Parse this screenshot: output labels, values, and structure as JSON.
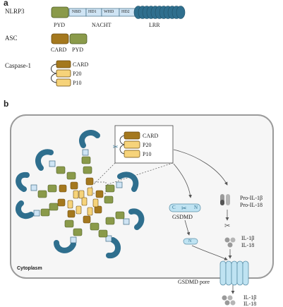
{
  "panel_a": {
    "label": "a",
    "nlrp3": {
      "name": "NLRP3",
      "domains": [
        "NBD",
        "HD1",
        "WHD",
        "HD2"
      ],
      "pyd": "PYD",
      "nacht": "NACHT",
      "lrr": "LRR"
    },
    "asc": {
      "name": "ASC",
      "card": "CARD",
      "pyd": "PYD"
    },
    "caspase1": {
      "name": "Caspase-1",
      "card": "CARD",
      "p20": "P20",
      "p10": "P10"
    }
  },
  "panel_b": {
    "label": "b",
    "inset": {
      "card": "CARD",
      "p20": "P20",
      "p10": "P10"
    },
    "gsdmd": {
      "c": "C",
      "n": "N",
      "name": "GSDMD"
    },
    "pro_il": {
      "line1": "Pro-IL-1β",
      "line2": "Pro-IL-18"
    },
    "il": {
      "line1": "IL-1β",
      "line2": "IL-18"
    },
    "cytoplasm": "Cytoplasm",
    "pore": "GSDMD pore",
    "released": {
      "line1": "IL-1β",
      "line2": "IL-18"
    },
    "n_fragment": "N"
  },
  "colors": {
    "pyd_green": "#8a9a4a",
    "card_brown": "#a4781e",
    "p_yellow": "#f6d37a",
    "nacht_blue": "#cfe4f4",
    "lrr_blue": "#2f6f8e",
    "gsdmd_blue": "#bfe3f2",
    "cell_border": "#9a9a9a",
    "cell_fill": "#f6f6f6"
  }
}
